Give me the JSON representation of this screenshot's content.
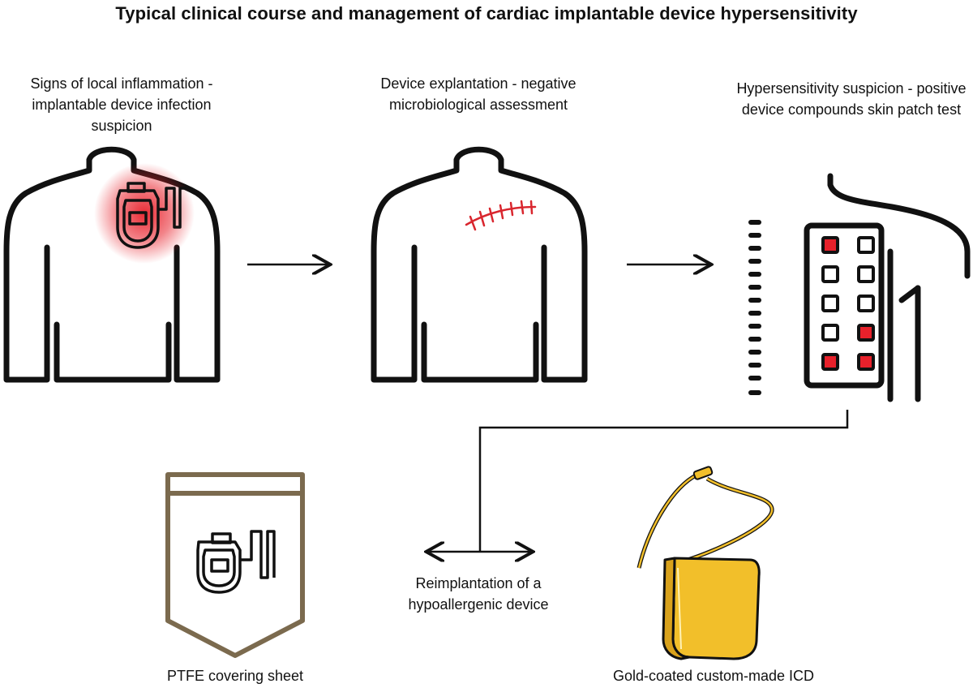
{
  "title": "Typical clinical course and management of cardiac implantable device hypersensitivity",
  "steps": [
    {
      "label": "Signs of local inflammation - implantable device infection suspicion"
    },
    {
      "label": "Device explantation - negative microbiological assessment"
    },
    {
      "label": "Hypersensitivity suspicion - positive device compounds skin patch test"
    }
  ],
  "management": {
    "center_label": "Reimplantation of a hypoallergenic device",
    "left_label": "PTFE covering sheet",
    "right_label": "Gold-coated custom-made ICD"
  },
  "colors": {
    "stroke": "#111111",
    "inflammation_red": "#e8212b",
    "pouch_brown": "#7b6a4e",
    "gold": "#f2bf2a"
  },
  "patch_test": {
    "positive_cells": [
      [
        0,
        0
      ],
      [
        3,
        1
      ],
      [
        4,
        0
      ],
      [
        4,
        1
      ]
    ],
    "grid": [
      5,
      2
    ]
  }
}
